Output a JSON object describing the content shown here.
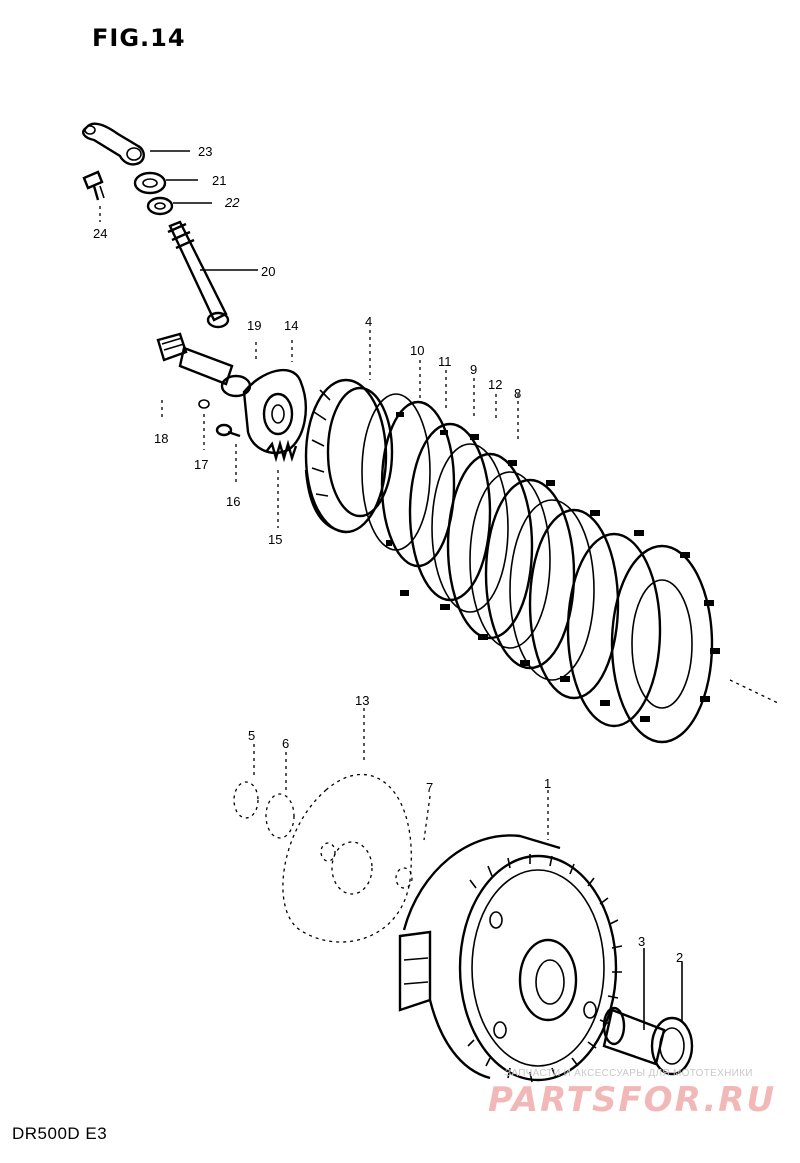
{
  "figure": {
    "title": "FIG.14",
    "model": "DR500D E3"
  },
  "callouts": [
    "1",
    "2",
    "3",
    "4",
    "5",
    "6",
    "7",
    "8",
    "9",
    "10",
    "11",
    "12",
    "13",
    "14",
    "15",
    "16",
    "17",
    "18",
    "19",
    "20",
    "21",
    "22",
    "23",
    "24"
  ],
  "watermark": {
    "tagline": "ЗАПЧАСТИ И АКСЕССУАРЫ ДЛЯ МОТОТЕХНИКИ",
    "logo": "PARTSFOR.RU"
  }
}
